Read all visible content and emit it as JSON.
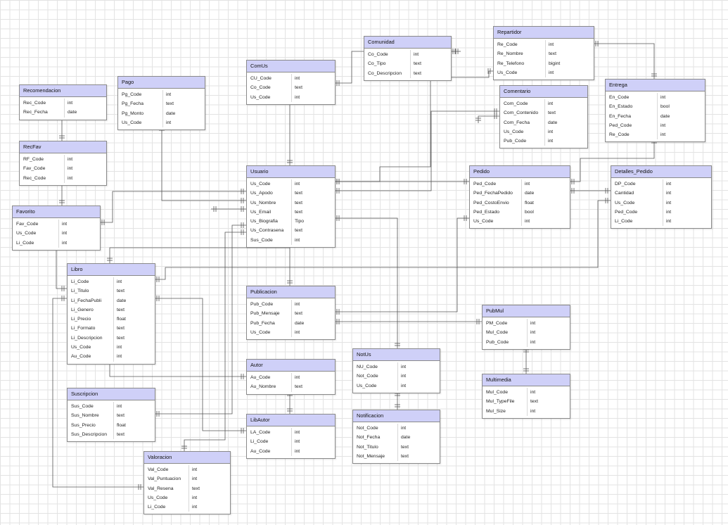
{
  "entities": [
    {
      "id": "Comunidad",
      "name": "Comunidad",
      "fields": [
        [
          "Co_Code",
          "int"
        ],
        [
          "Co_Tipo",
          "text"
        ],
        [
          "Co_Descripcion",
          "text"
        ]
      ]
    },
    {
      "id": "Repartidor",
      "name": "Repartidor",
      "fields": [
        [
          "Re_Code",
          "int"
        ],
        [
          "Re_Nombre",
          "text"
        ],
        [
          "Re_Telefono",
          "bigint"
        ],
        [
          "Us_Code",
          "int"
        ]
      ]
    },
    {
      "id": "ComUs",
      "name": "ComUs",
      "fields": [
        [
          "CU_Code",
          "int"
        ],
        [
          "Co_Code",
          "text"
        ],
        [
          "Us_Code",
          "int"
        ]
      ]
    },
    {
      "id": "Pago",
      "name": "Pago",
      "fields": [
        [
          "Pg_Code",
          "int"
        ],
        [
          "Pg_Fecha",
          "text"
        ],
        [
          "Pg_Monto",
          "date"
        ],
        [
          "Us_Code",
          "int"
        ]
      ]
    },
    {
      "id": "Recomendacion",
      "name": "Recomendacion",
      "fields": [
        [
          "Rec_Code",
          "int"
        ],
        [
          "Rec_Fecha",
          "date"
        ]
      ]
    },
    {
      "id": "Comentario",
      "name": "Comentario",
      "fields": [
        [
          "Com_Code",
          "int"
        ],
        [
          "Com_Contenido",
          "text"
        ],
        [
          "Com_Fecha",
          "date"
        ],
        [
          "Us_Code",
          "int"
        ],
        [
          "Pub_Code",
          "int"
        ]
      ]
    },
    {
      "id": "Entrega",
      "name": "Entrega",
      "fields": [
        [
          "En_Code",
          "int"
        ],
        [
          "En_Estado",
          "bool"
        ],
        [
          "En_Fecha",
          "date"
        ],
        [
          "Ped_Code",
          "int"
        ],
        [
          "Re_Code",
          "int"
        ]
      ]
    },
    {
      "id": "RecFav",
      "name": "RecFav",
      "fields": [
        [
          "RF_Code",
          "int"
        ],
        [
          "Fav_Code",
          "int"
        ],
        [
          "Rec_Code",
          "int"
        ]
      ]
    },
    {
      "id": "Usuario",
      "name": "Usuario",
      "fields": [
        [
          "Us_Code",
          "int"
        ],
        [
          "Us_Apodo",
          "text"
        ],
        [
          "Us_Nombre",
          "text"
        ],
        [
          "Us_Email",
          "text"
        ],
        [
          "Us_Biografia",
          "Tipo"
        ],
        [
          "Us_Contrasena",
          "text"
        ],
        [
          "Sus_Code",
          "int"
        ]
      ]
    },
    {
      "id": "Pedido",
      "name": "Pedido",
      "fields": [
        [
          "Ped_Code",
          "int"
        ],
        [
          "Ped_FechaPedido",
          "date"
        ],
        [
          "Ped_CostoEnvio",
          "float"
        ],
        [
          "Ped_Estado",
          "bool"
        ],
        [
          "Us_Code",
          "int"
        ]
      ]
    },
    {
      "id": "DetallesPedido",
      "name": "Detalles_Pedido",
      "fields": [
        [
          "DP_Code",
          "int"
        ],
        [
          "Cantidad",
          "int"
        ],
        [
          "Us_Code",
          "int"
        ],
        [
          "Ped_Code",
          "int"
        ],
        [
          "Li_Code",
          "int"
        ]
      ]
    },
    {
      "id": "Favorito",
      "name": "Favorito",
      "fields": [
        [
          "Fav_Code",
          "int"
        ],
        [
          "Us_Code",
          "int"
        ],
        [
          "Li_Code",
          "int"
        ]
      ]
    },
    {
      "id": "Libro",
      "name": "Libro",
      "fields": [
        [
          "Li_Code",
          "int"
        ],
        [
          "Li_Titulo",
          "text"
        ],
        [
          "Li_FechaPubli",
          "date"
        ],
        [
          "Li_Genero",
          "text"
        ],
        [
          "Li_Precio",
          "float"
        ],
        [
          "Li_Formato",
          "text"
        ],
        [
          "Li_Descripcion",
          "text"
        ],
        [
          "Us_Code",
          "int"
        ],
        [
          "Au_Code",
          "int"
        ]
      ]
    },
    {
      "id": "Publicacion",
      "name": "Publicacion",
      "fields": [
        [
          "Pub_Code",
          "int"
        ],
        [
          "Pub_Mensaje",
          "text"
        ],
        [
          "Pub_Fecha",
          "date"
        ],
        [
          "Us_Code",
          "int"
        ]
      ]
    },
    {
      "id": "PubMul",
      "name": "PubMul",
      "fields": [
        [
          "PM_Code",
          "int"
        ],
        [
          "Mul_Code",
          "int"
        ],
        [
          "Pub_Code",
          "int"
        ]
      ]
    },
    {
      "id": "NotUs",
      "name": "NotUs",
      "fields": [
        [
          "NU_Code",
          "int"
        ],
        [
          "Not_Code",
          "int"
        ],
        [
          "Us_Code",
          "int"
        ]
      ]
    },
    {
      "id": "Autor",
      "name": "Autor",
      "fields": [
        [
          "Au_Code",
          "int"
        ],
        [
          "Au_Nombre",
          "text"
        ]
      ]
    },
    {
      "id": "Multimedia",
      "name": "Multimedia",
      "fields": [
        [
          "Mul_Code",
          "int"
        ],
        [
          "Mul_TypeFile",
          "text"
        ],
        [
          "Mul_Size",
          "int"
        ]
      ]
    },
    {
      "id": "Suscripcion",
      "name": "Suscripcion",
      "fields": [
        [
          "Sus_Code",
          "int"
        ],
        [
          "Sus_Nombre",
          "text"
        ],
        [
          "Sus_Precio",
          "float"
        ],
        [
          "Sus_Descripcion",
          "text"
        ]
      ]
    },
    {
      "id": "LibAutor",
      "name": "LibAutor",
      "fields": [
        [
          "LA_Code",
          "int"
        ],
        [
          "Li_Code",
          "int"
        ],
        [
          "Au_Code",
          "int"
        ]
      ]
    },
    {
      "id": "Notificacion",
      "name": "Notificacion",
      "fields": [
        [
          "Not_Code",
          "int"
        ],
        [
          "Not_Fecha",
          "date"
        ],
        [
          "Not_Titulo",
          "text"
        ],
        [
          "Not_Mensaje",
          "text"
        ]
      ]
    },
    {
      "id": "Valoracion",
      "name": "Valoracion",
      "fields": [
        [
          "Val_Code",
          "int"
        ],
        [
          "Val_Puntuacion",
          "int"
        ],
        [
          "Val_Resena",
          "text"
        ],
        [
          "Us_Code",
          "int"
        ],
        [
          "Li_Code",
          "int"
        ]
      ]
    }
  ],
  "relationships": [
    [
      "Comunidad",
      "ComUs"
    ],
    [
      "Repartidor",
      "Entrega"
    ],
    [
      "Repartidor",
      "Usuario"
    ],
    [
      "Comentario",
      "Usuario"
    ],
    [
      "Recomendacion",
      "RecFav"
    ],
    [
      "RecFav",
      "Favorito"
    ],
    [
      "Favorito",
      "Usuario"
    ],
    [
      "Favorito",
      "Libro"
    ],
    [
      "Pago",
      "Usuario"
    ],
    [
      "ComUs",
      "Usuario"
    ],
    [
      "Usuario",
      "Pedido"
    ],
    [
      "Entrega",
      "Pedido"
    ],
    [
      "Pedido",
      "DetallesPedido"
    ],
    [
      "DetallesPedido",
      "Libro"
    ],
    [
      "Usuario",
      "Libro"
    ],
    [
      "Usuario",
      "Publicacion"
    ],
    [
      "Publicacion",
      "Comentario"
    ],
    [
      "Publicacion",
      "PubMul"
    ],
    [
      "PubMul",
      "Multimedia"
    ],
    [
      "Usuario",
      "NotUs"
    ],
    [
      "NotUs",
      "Notificacion"
    ],
    [
      "Libro",
      "Autor"
    ],
    [
      "Autor",
      "LibAutor"
    ],
    [
      "Libro",
      "LibAutor"
    ],
    [
      "Usuario",
      "Suscripcion"
    ],
    [
      "Usuario",
      "Valoracion"
    ],
    [
      "Libro",
      "Valoracion"
    ]
  ],
  "colors": {
    "header": "#cfd0f8",
    "line": "#555555"
  }
}
